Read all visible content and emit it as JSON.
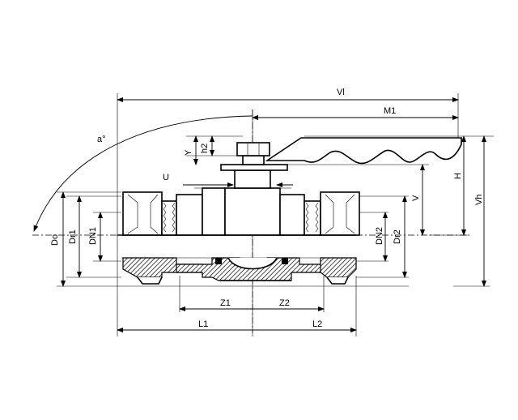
{
  "diagram": {
    "labels": {
      "vl": "Vl",
      "m1": "M1",
      "a": "a°",
      "y": "Y",
      "h2": "h2",
      "h": "H",
      "vh": "Vh",
      "u": "U",
      "v": "V",
      "do": "Do",
      "dr1": "Dr1",
      "dn1": "DN1",
      "dn2": "DN2",
      "dr2": "Dr2",
      "z1": "Z1",
      "z2": "Z2",
      "l1": "L1",
      "l2": "L2"
    }
  }
}
